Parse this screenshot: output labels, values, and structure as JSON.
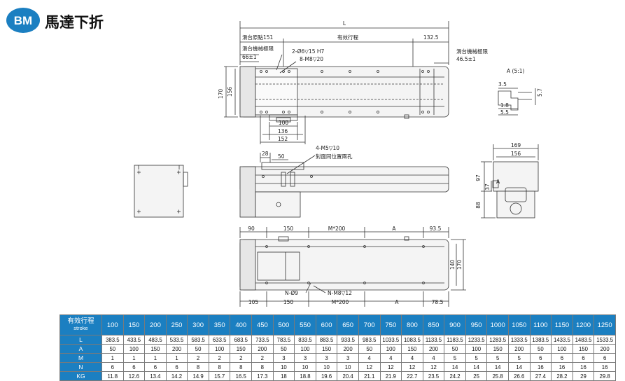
{
  "header": {
    "logo_text": "BM",
    "title": "馬達下折"
  },
  "colors": {
    "brand_blue": "#1b7fc1",
    "line": "#333333",
    "body_fill": "#f4f4f4"
  },
  "drawing": {
    "top_view": {
      "dim_L": "L",
      "slide_origin": "滑台原點151",
      "effective_stroke": "有效行程",
      "dim_132_5": "132.5",
      "limit_left_label": "滑台機械極限",
      "limit_left_value": "66±1",
      "limit_right_label": "滑台機械極限",
      "limit_right_value": "46.5±1",
      "hole_note_1": "2-Ø6▽15 H7",
      "hole_note_2": "8-M8▽20",
      "dim_170": "170",
      "dim_156": "156",
      "dim_100": "100",
      "dim_136": "136",
      "dim_152": "152"
    },
    "detail_view": {
      "title": "A (5:1)",
      "dim_3_5": "3.5",
      "dim_5_7": "5.7",
      "dim_1_8": "1.8",
      "dim_5_5": "5.5"
    },
    "side_view": {
      "dim_28": "28",
      "dim_50": "50",
      "hole_note_1": "4-M5▽10",
      "hole_note_2": "對面同位置兩孔"
    },
    "end_view": {
      "dim_169": "169",
      "dim_156": "156",
      "dim_97": "97",
      "dim_37": "37",
      "dim_88": "88",
      "marker": "A"
    },
    "bottom_view": {
      "dim_90": "90",
      "dim_150_top": "150",
      "dim_m200_top": "M*200",
      "dim_A_top": "A",
      "dim_93_5": "93.5",
      "dim_140": "140",
      "dim_170": "170",
      "hole_note_1": "N-Ø9",
      "hole_note_2": "N-M8▽12",
      "dim_105": "105",
      "dim_150_bottom": "150",
      "dim_m200_bottom": "M*200",
      "dim_A_bottom": "A",
      "dim_78_5": "78.5"
    }
  },
  "spec_table": {
    "header_label": "有效行程",
    "header_sublabel": "stroke",
    "strokes": [
      "100",
      "150",
      "200",
      "250",
      "300",
      "350",
      "400",
      "450",
      "500",
      "550",
      "600",
      "650",
      "700",
      "750",
      "800",
      "850",
      "900",
      "950",
      "1000",
      "1050",
      "1100",
      "1150",
      "1200",
      "1250"
    ],
    "rows": [
      {
        "label": "L",
        "values": [
          "383.5",
          "433.5",
          "483.5",
          "533.5",
          "583.5",
          "633.5",
          "683.5",
          "733.5",
          "783.5",
          "833.5",
          "883.5",
          "933.5",
          "983.5",
          "1033.5",
          "1083.5",
          "1133.5",
          "1183.5",
          "1233.5",
          "1283.5",
          "1333.5",
          "1383.5",
          "1433.5",
          "1483.5",
          "1533.5"
        ]
      },
      {
        "label": "A",
        "values": [
          "50",
          "100",
          "150",
          "200",
          "50",
          "100",
          "150",
          "200",
          "50",
          "100",
          "150",
          "200",
          "50",
          "100",
          "150",
          "200",
          "50",
          "100",
          "150",
          "200",
          "50",
          "100",
          "150",
          "200"
        ]
      },
      {
        "label": "M",
        "values": [
          "1",
          "1",
          "1",
          "1",
          "2",
          "2",
          "2",
          "2",
          "3",
          "3",
          "3",
          "3",
          "4",
          "4",
          "4",
          "4",
          "5",
          "5",
          "5",
          "5",
          "6",
          "6",
          "6",
          "6"
        ]
      },
      {
        "label": "N",
        "values": [
          "6",
          "6",
          "6",
          "6",
          "8",
          "8",
          "8",
          "8",
          "10",
          "10",
          "10",
          "10",
          "12",
          "12",
          "12",
          "12",
          "14",
          "14",
          "14",
          "14",
          "16",
          "16",
          "16",
          "16"
        ]
      },
      {
        "label": "KG",
        "values": [
          "11.8",
          "12.6",
          "13.4",
          "14.2",
          "14.9",
          "15.7",
          "16.5",
          "17.3",
          "18",
          "18.8",
          "19.6",
          "20.4",
          "21.1",
          "21.9",
          "22.7",
          "23.5",
          "24.2",
          "25",
          "25.8",
          "26.6",
          "27.4",
          "28.2",
          "29",
          "29.8"
        ]
      }
    ]
  }
}
